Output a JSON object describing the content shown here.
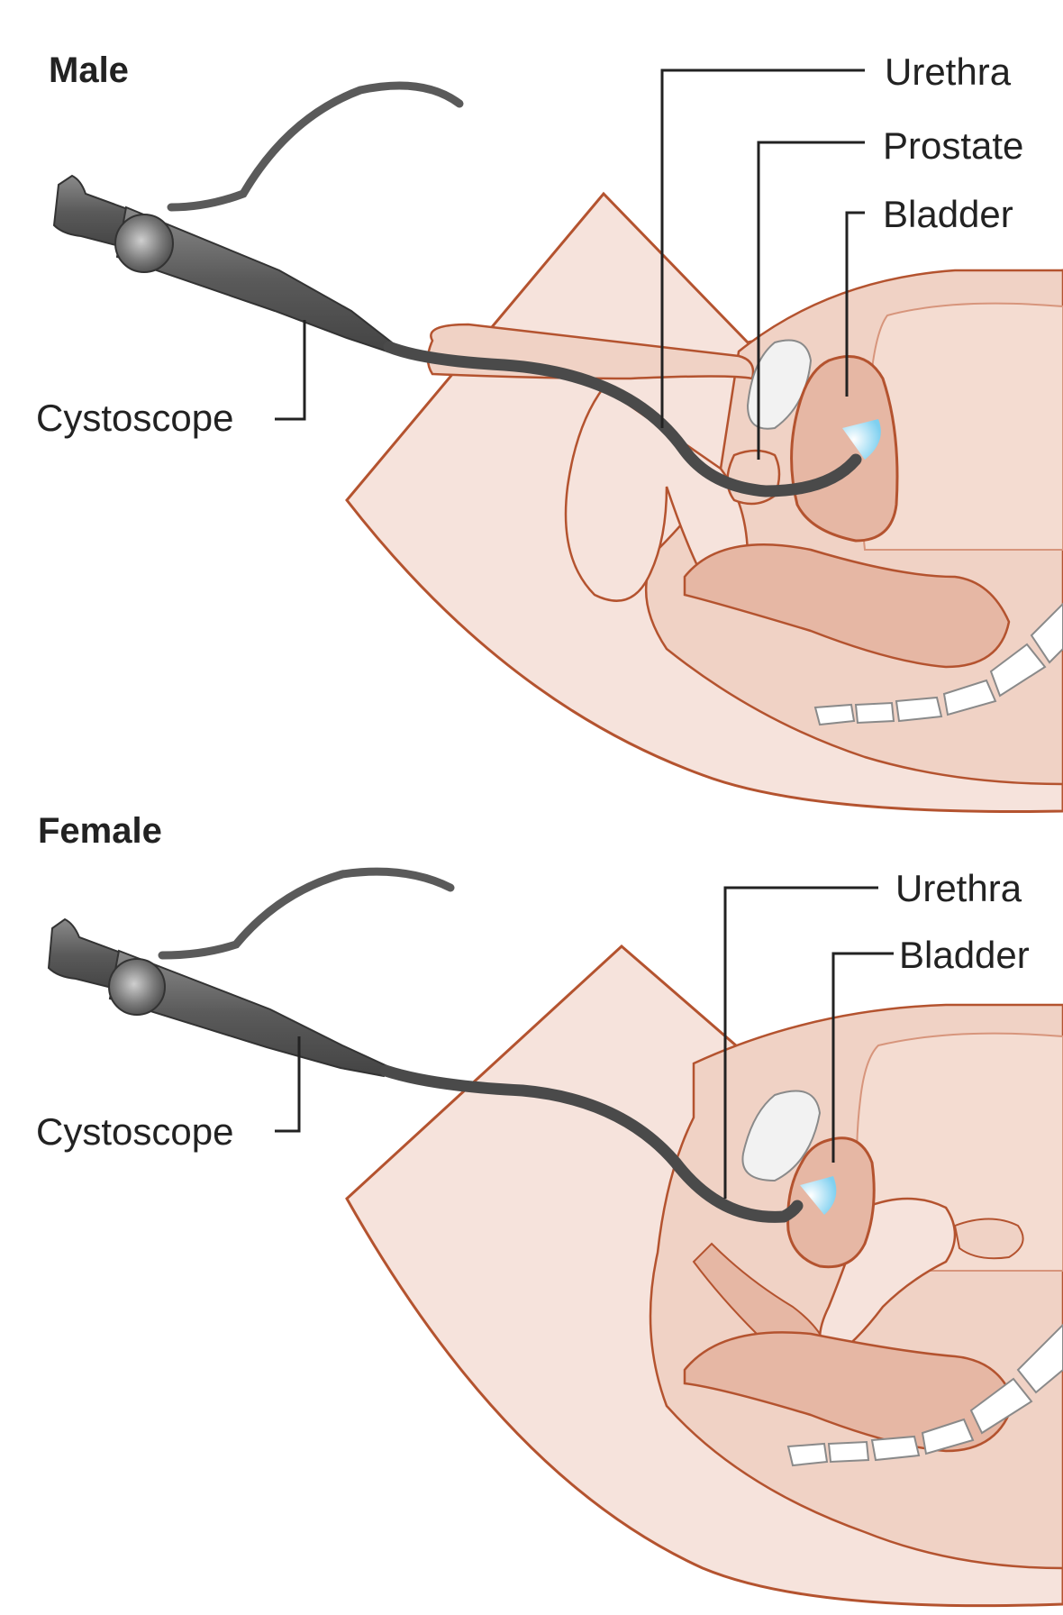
{
  "panels": {
    "male": {
      "title": "Male",
      "labels": {
        "urethra": "Urethra",
        "prostate": "Prostate",
        "bladder": "Bladder",
        "cystoscope": "Cystoscope"
      }
    },
    "female": {
      "title": "Female",
      "labels": {
        "urethra": "Urethra",
        "bladder": "Bladder",
        "cystoscope": "Cystoscope"
      }
    }
  },
  "colors": {
    "skin_light": "#f6e3dc",
    "skin_mid": "#f0d2c5",
    "tissue": "#e6b7a4",
    "outline": "#b4532f",
    "scope_dark": "#4a4a4a",
    "scope_mid": "#7a7a7a",
    "bone": "#ffffff",
    "light_blue": "#7fd0f0",
    "leader": "#222222"
  }
}
